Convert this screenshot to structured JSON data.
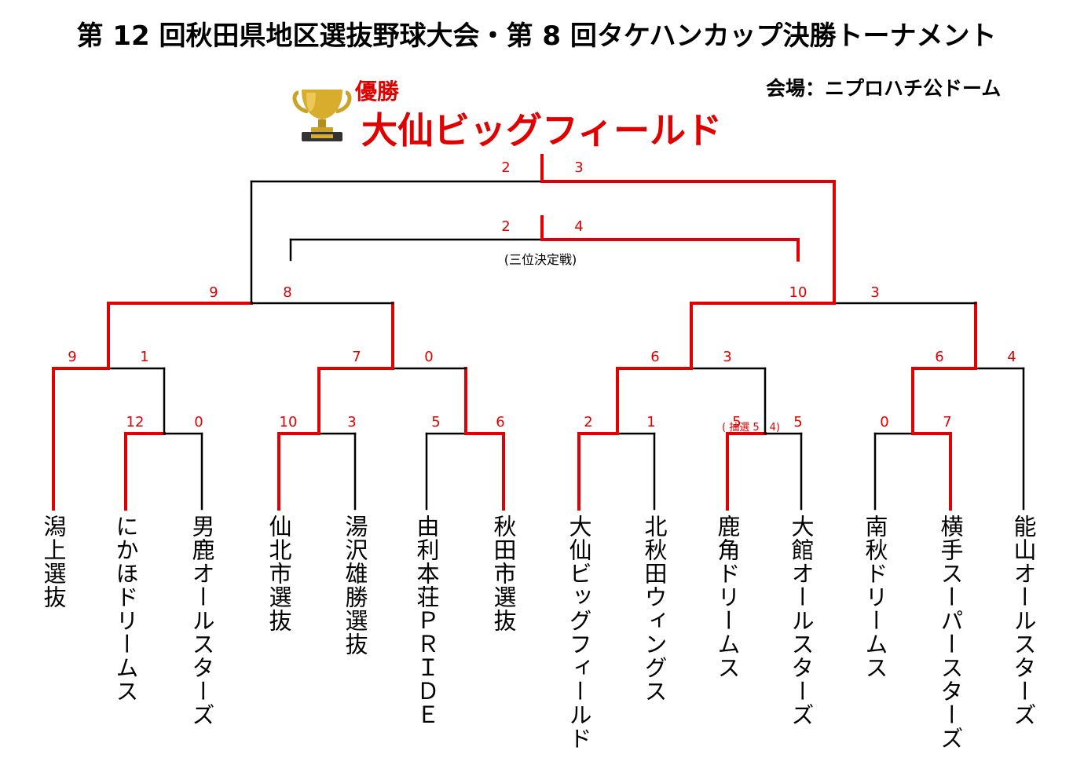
{
  "title": "第 12 回秋田県地区選抜野球大会・第 8 回タケハンカップ決勝トーナメント",
  "venue": "会場：ニプロハチ公ドーム",
  "winner": {
    "label": "優勝",
    "name": "大仙ビッグフィールド"
  },
  "third_place_label": "(三位決定戦)",
  "lottery_note": "( 抽選 5　4)",
  "colors": {
    "win": "#e00000",
    "lose": "#000000",
    "trophy": "#c9a227"
  },
  "teams": [
    "潟上選抜",
    "にかほドリームス",
    "男鹿オールスターズ",
    "仙北市選抜",
    "湯沢雄勝選抜",
    "由利本荘ＰＲＩＤＥ",
    "秋田市選抜",
    "大仙ビッグフィールド",
    "北秋田ウィングス",
    "鹿角ドリームス",
    "大館オールスターズ",
    "南秋ドリームス",
    "横手スーパースターズ",
    "能山オールスターズ"
  ],
  "scores": {
    "r1_a": [
      "12",
      "0"
    ],
    "r1_b": [
      "10",
      "3"
    ],
    "r1_c": [
      "5",
      "6"
    ],
    "r1_d": [
      "2",
      "1"
    ],
    "r1_e": [
      "5",
      "5"
    ],
    "r1_f": [
      "0",
      "7"
    ],
    "qf_1": [
      "9",
      "1"
    ],
    "qf_2": [
      "7",
      "0"
    ],
    "qf_3": [
      "6",
      "3"
    ],
    "qf_4": [
      "6",
      "4"
    ],
    "sf_1": [
      "9",
      "8"
    ],
    "sf_2": [
      "10",
      "3"
    ],
    "final": [
      "2",
      "3"
    ],
    "third": [
      "2",
      "4"
    ]
  }
}
